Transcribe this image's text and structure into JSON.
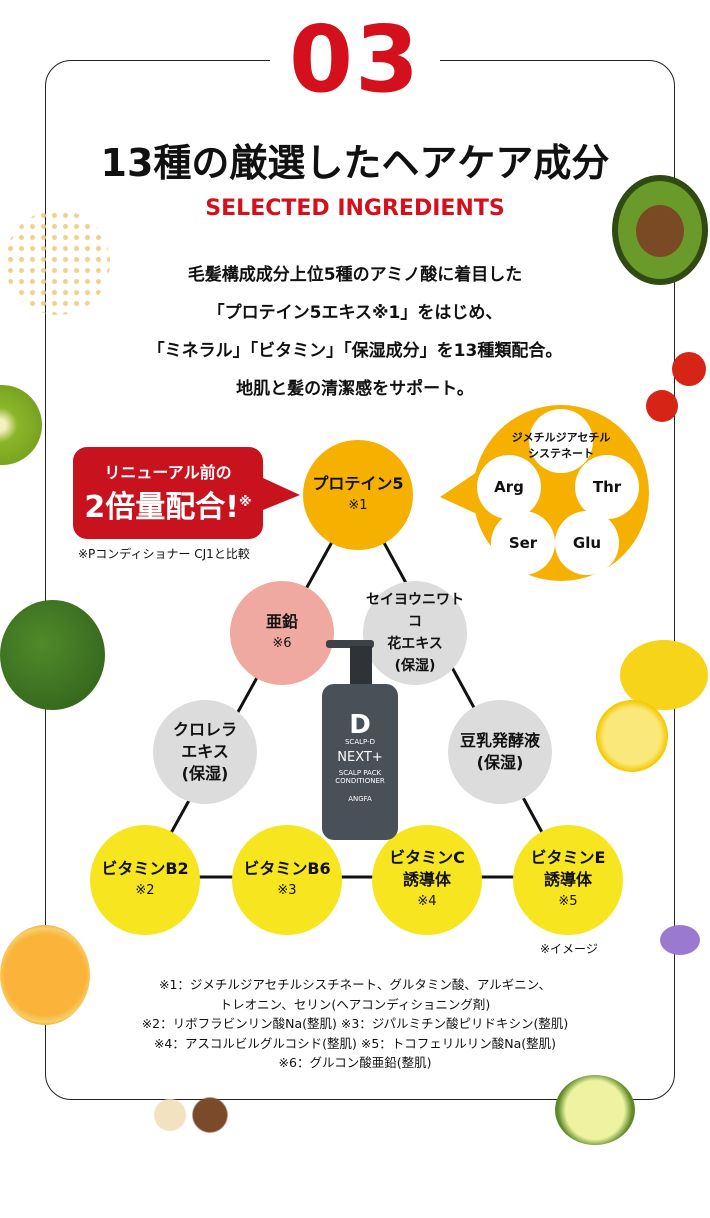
{
  "number": "03",
  "title": "13種の厳選したヘアケア成分",
  "subtitle": "SELECTED INGREDIENTS",
  "description": [
    "毛髪構成成分上位5種のアミノ酸に着目した",
    "「プロテイン5エキス※1」をはじめ、",
    "「ミネラル」「ビタミン」「保湿成分」を13種類配合。",
    "地肌と髪の清潔感をサポート。"
  ],
  "callout": {
    "line1": "リニューアル前の",
    "line2": "2倍量配合!",
    "mark": "※",
    "comparison": "※Pコンディショナー CJ1と比較"
  },
  "amino": {
    "title": [
      "ジメチルジアセチル",
      "システネート"
    ],
    "items": [
      "Arg",
      "Thr",
      "Ser",
      "Glu"
    ]
  },
  "ingredients": {
    "protein": {
      "name": "プロテイン5",
      "note": "※1"
    },
    "zinc": {
      "name": "亜鉛",
      "note": "※6"
    },
    "seiyou": {
      "name": [
        "セイヨウニワトコ",
        "花エキス",
        "(保湿)"
      ]
    },
    "chlorella": {
      "name": [
        "クロレラ",
        "エキス",
        "(保湿)"
      ]
    },
    "soy": {
      "name": [
        "豆乳発酵液",
        "(保湿)"
      ]
    },
    "b2": {
      "name": "ビタミンB2",
      "note": "※2"
    },
    "b6": {
      "name": "ビタミンB6",
      "note": "※3"
    },
    "c": {
      "name": [
        "ビタミンC",
        "誘導体"
      ],
      "note": "※4"
    },
    "e": {
      "name": [
        "ビタミンE",
        "誘導体"
      ],
      "note": "※5"
    }
  },
  "product": {
    "brand": "SCALP-D",
    "line": "NEXT+",
    "type": [
      "SCALP PACK",
      "CONDITIONER"
    ],
    "maker": "ANGFA"
  },
  "image_note": "※イメージ",
  "notes": [
    "※1：ジメチルジアセチルシスチネート、グルタミン酸、アルギニン、",
    "トレオニン、セリン(ヘアコンディショニング剤)",
    "※2：リボフラビンリン酸Na(整肌)  ※3：ジパルミチン酸ピリドキシン(整肌)",
    "※4：アスコルビルグルコシド(整肌)  ※5：トコフェリルリン酸Na(整肌)",
    "※6：グルコン酸亜鉛(整肌)"
  ]
}
